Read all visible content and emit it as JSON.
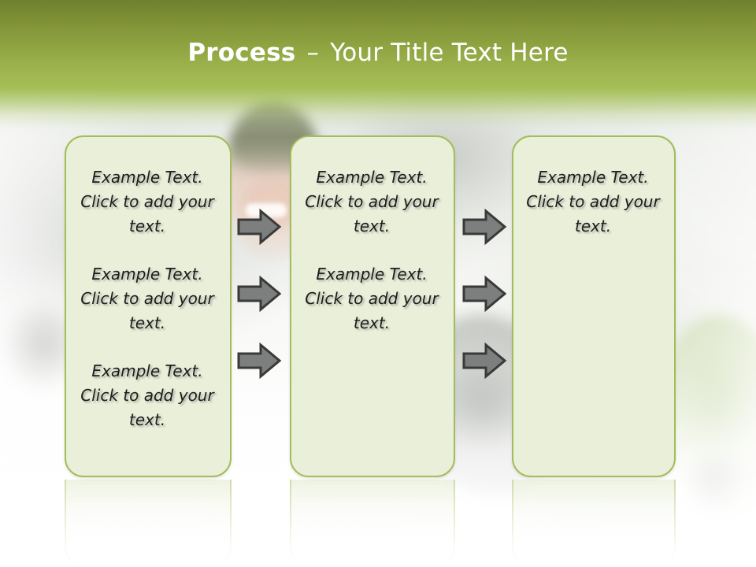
{
  "slide": {
    "title": {
      "bold_part": "Process",
      "dash": "–",
      "rest": "Your Title Text Here"
    },
    "theme": {
      "header_top": "#6f8130",
      "header_bottom": "#a5bf57",
      "box_fill": "#eaefda",
      "box_border": "#a2bd5a",
      "arrow_fill": "#7c7f7e",
      "arrow_outline": "#3a3a38",
      "text_color": "#1d1d1b"
    },
    "background": {
      "description": "faded winter photo of people in snow"
    }
  },
  "process": {
    "boxes": [
      {
        "name": "step-1",
        "paragraphs": [
          "Example Text.  Click  to add your text.",
          "Example Text.  Click  to add your text.",
          "Example Text.  Click  to add your text."
        ]
      },
      {
        "name": "step-2",
        "paragraphs": [
          "Example Text.  Click  to add your text.",
          "Example Text.  Click  to add your text."
        ]
      },
      {
        "name": "step-3",
        "paragraphs": [
          "Example Text.  Click  to add your text."
        ]
      }
    ],
    "arrow_columns": [
      {
        "name": "arrows-step1-to-step2",
        "count": 3,
        "icon": "arrow-right-icon"
      },
      {
        "name": "arrows-step2-to-step3",
        "count": 3,
        "icon": "arrow-right-icon"
      }
    ]
  }
}
